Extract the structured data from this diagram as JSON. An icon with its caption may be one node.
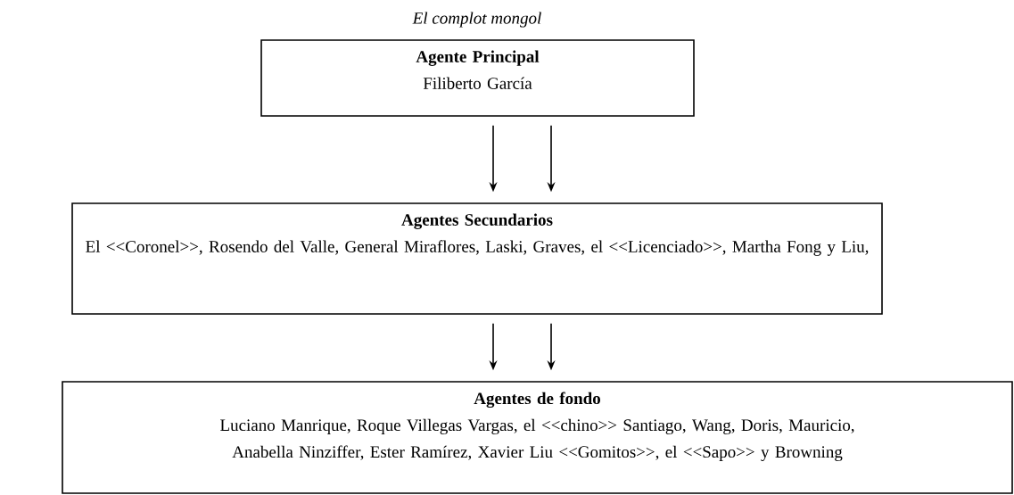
{
  "diagram": {
    "title": "El complot mongol",
    "nodes": [
      {
        "text": [
          "Agente Principal",
          "Filiberto García"
        ]
      },
      {
        "text": [
          "Agentes Secundarios",
          "El <<Coronel>>, Rosendo del Valle, General Miraflores, Laski, Graves, el <<Licenciado>>, Martha Fong y Liu,"
        ]
      },
      {
        "text": [
          "Agentes de fondo",
          "Luciano Manrique, Roque Villegas Vargas, el <<chino>> Santiago, Wang, Doris, Mauricio, Anabella Ninziffer, Ester Ramírez, Xavier Liu <<Gomitos>>, el <<Sapo>> y Browning"
        ]
      }
    ],
    "edges": [
      {
        "from": 0,
        "to": 1,
        "arrow": "to"
      },
      {
        "from": 0,
        "to": 1,
        "arrow": "to"
      },
      {
        "from": 1,
        "to": 2,
        "arrow": "to"
      },
      {
        "from": 1,
        "to": 2,
        "arrow": "to"
      }
    ]
  }
}
